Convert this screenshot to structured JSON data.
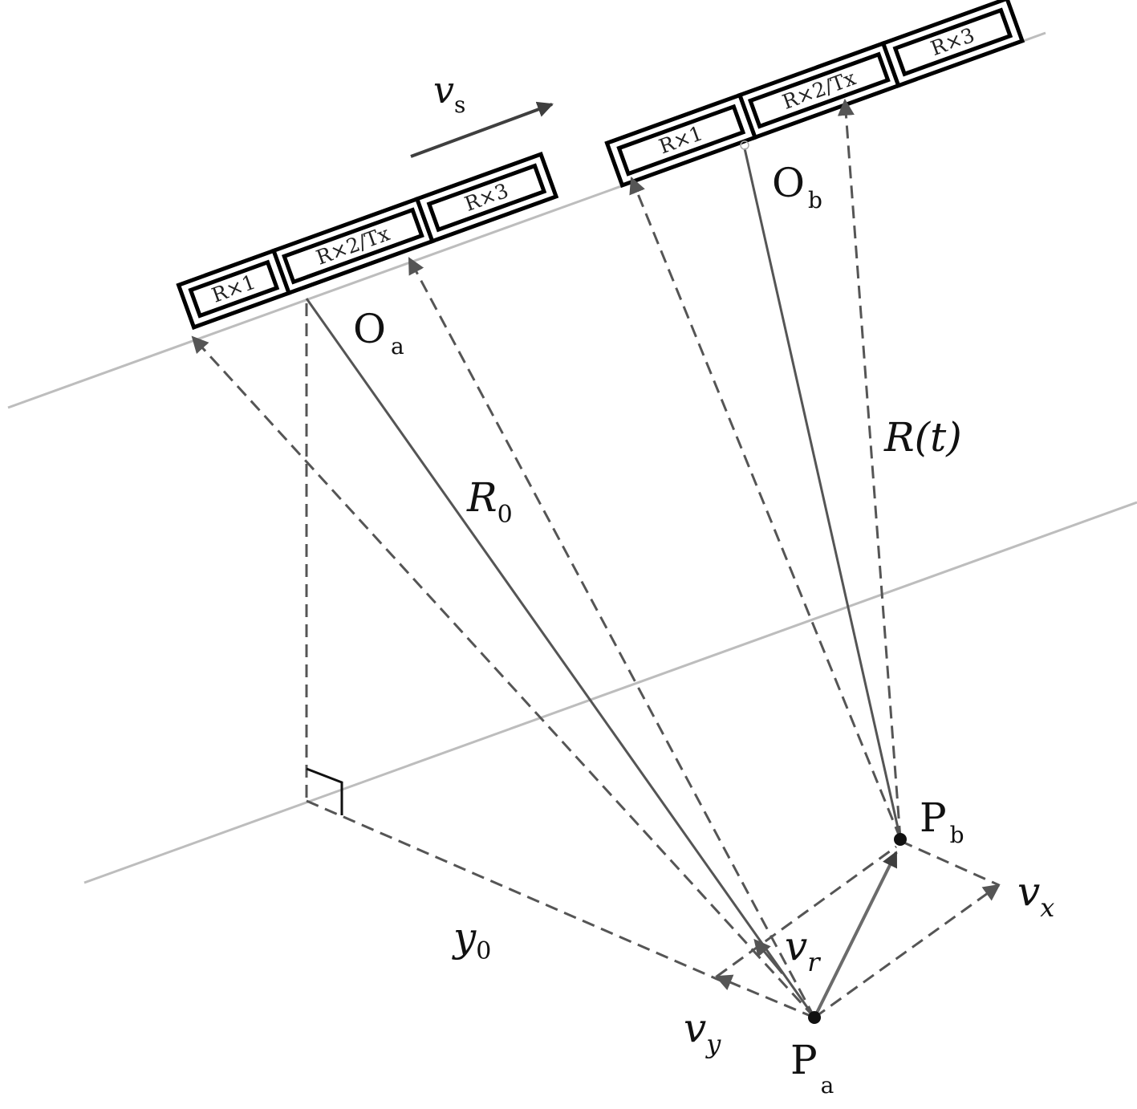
{
  "antenna": {
    "rx1": "R×1",
    "rx2": "R×2/Tx",
    "rx3": "R×3"
  },
  "labels": {
    "vs_main": "v",
    "vs_sub": "s",
    "oa_main": "O",
    "oa_sub": "a",
    "ob_main": "O",
    "ob_sub": "b",
    "r0_main": "R",
    "r0_sub": "0",
    "rt": "R(t)",
    "y0_main": "y",
    "y0_sub": "0",
    "vr_main": "v",
    "vr_sub": "r",
    "vx_main": "v",
    "vx_sub": "x",
    "vy_main": "v",
    "vy_sub": "y",
    "pa_main": "P",
    "pa_sub": "a",
    "pb_main": "P",
    "pb_sub": "b"
  },
  "colors": {
    "guide": "#bdbdbd",
    "line": "#555555",
    "arrow": "#3f3f3f",
    "point": "#111111"
  }
}
